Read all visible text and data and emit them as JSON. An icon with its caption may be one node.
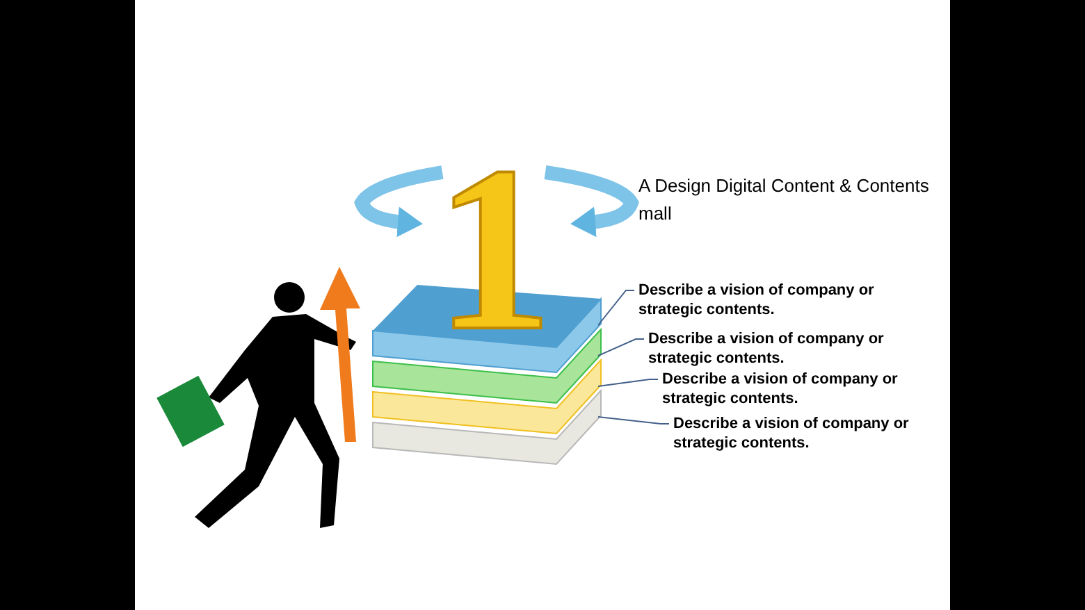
{
  "diagram": {
    "nodes": [
      {
        "text": [],
        "shape": "box"
      },
      {
        "text": [],
        "shape": "box"
      },
      {
        "text": [],
        "shape": "box"
      },
      {
        "text": [],
        "shape": "box"
      },
      {
        "text": [
          "Describe a vision of company or strategic contents."
        ]
      },
      {
        "text": [
          "Describe a vision of company or strategic contents."
        ]
      },
      {
        "text": [
          "Describe a vision of company or strategic contents."
        ]
      },
      {
        "text": [
          "Describe a vision of company or strategic contents."
        ]
      }
    ],
    "edges": [
      {
        "from": 4,
        "to": 0,
        "arrow": "none"
      },
      {
        "from": 5,
        "to": 1,
        "arrow": "none"
      },
      {
        "from": 6,
        "to": 2,
        "arrow": "none"
      },
      {
        "from": 7,
        "to": 3,
        "arrow": "none"
      }
    ],
    "labels": [
      "1",
      "A Design Digital Content & Contents mall"
    ]
  }
}
